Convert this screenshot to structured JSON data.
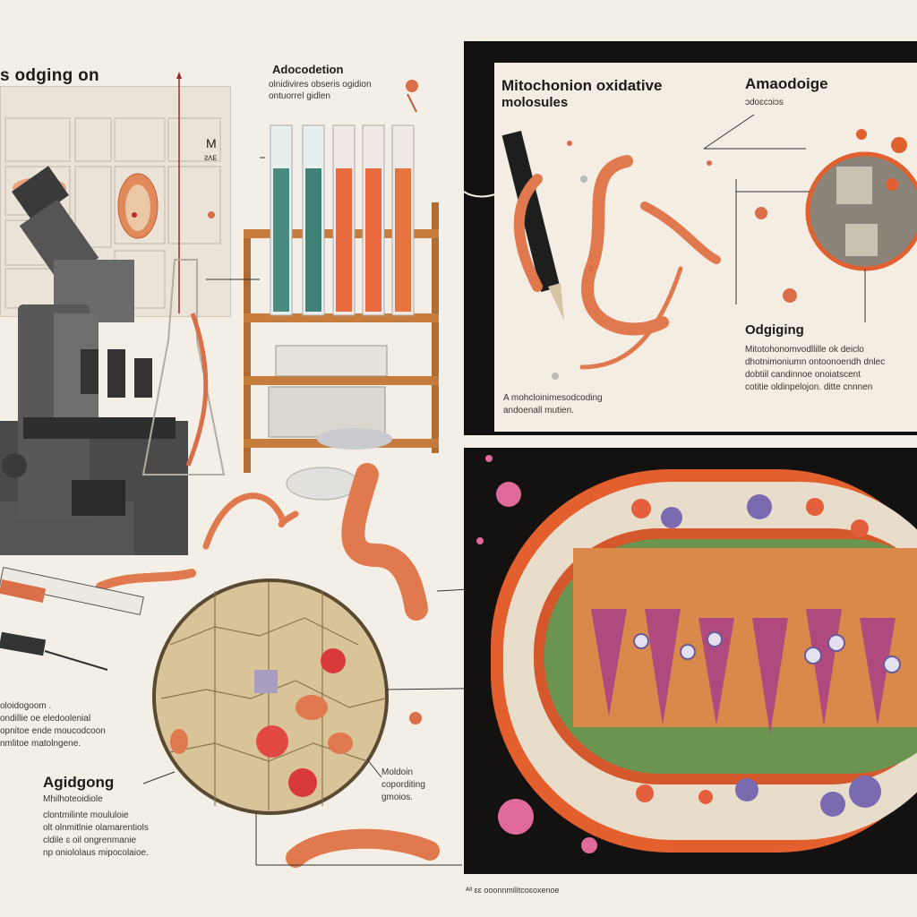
{
  "top_left": {
    "heading": "s odging on",
    "marker": "M",
    "marker_sub": "ᴤᴧᴇ"
  },
  "rack_label": {
    "title": "Adocodetion",
    "lines": [
      "olnidivires obseris ogidion",
      "ontuorrel gidlen"
    ]
  },
  "top_right": {
    "title": "Mitochonion oxidative",
    "title_line2": "molosules",
    "side_title": "Amaodoige",
    "side_sub": "ɔdoɛcɔiɔs",
    "caption_line1": "A mohcloinimesodcoding",
    "caption_line2": "andoenall mutien.",
    "subheading": "Odgiging",
    "para": [
      "Mitotohonomvodllille ok deiclo",
      "dhotnimoniumn ontoonoendh dnlec",
      "dobtiil candinnoe onoiatscent",
      "cotitie oldinpelojon. ditte cnnnen"
    ]
  },
  "bottom_left": {
    "para_top": [
      "oloidogoom .",
      "ondillie oe eledoolenial",
      "opnitoe ende moucodcoon",
      "nmlitoe matolngene."
    ],
    "heading": "Agidgong",
    "sub": "Mhilhoteoidiole",
    "para": [
      "clontmilinte moululoie",
      "olt olnmitlnie olamarentiols",
      "cldile ɛ oil ongrenmanie",
      "np oniololaus mipocolaioe."
    ]
  },
  "bottom_mid_label": {
    "lines": [
      "Moldoin",
      "coporditing",
      "gmoios."
    ]
  },
  "footer": {
    "text": "ᴬᴵᴵ ɛɛ ooonnmilitcoɛoxenoe"
  },
  "colors": {
    "worm": "#e07a4e",
    "membrane": "#d4582c",
    "crista": "#b04a7e",
    "green": "#5d8a48",
    "cell_fill": "#d9c49a",
    "panel_dark": "#121010"
  }
}
